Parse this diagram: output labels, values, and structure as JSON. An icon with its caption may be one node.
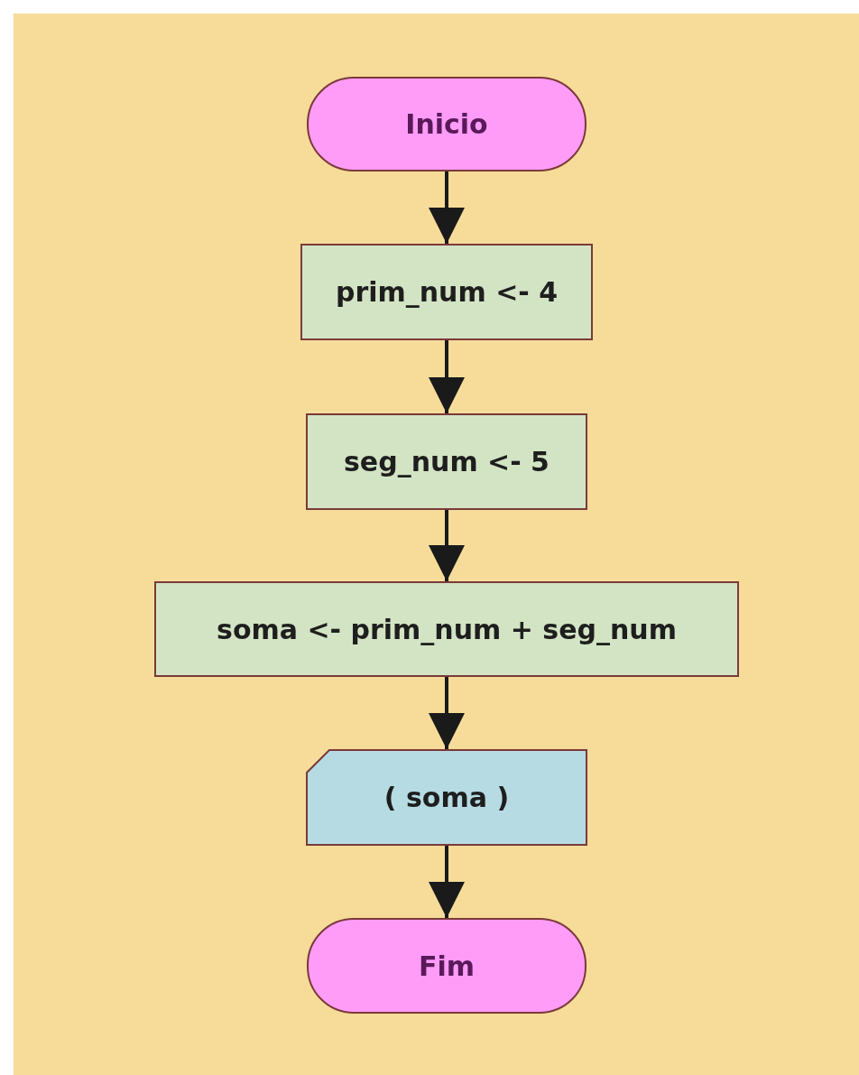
{
  "diagram": {
    "nodes": [
      {
        "text": [
          "Inicio"
        ]
      },
      {
        "text": [
          "prim_num <- 4"
        ]
      },
      {
        "text": [
          "seg_num <- 5"
        ]
      },
      {
        "text": [
          "soma <- prim_num + seg_num"
        ]
      },
      {
        "text": [
          "( soma )"
        ]
      },
      {
        "text": [
          "Fim"
        ]
      }
    ],
    "edges": [
      {
        "from": 0,
        "to": 1,
        "arrow": "to"
      },
      {
        "from": 1,
        "to": 2,
        "arrow": "to"
      },
      {
        "from": 2,
        "to": 3,
        "arrow": "to"
      },
      {
        "from": 3,
        "to": 4,
        "arrow": "to"
      },
      {
        "from": 4,
        "to": 5,
        "arrow": "to"
      }
    ]
  }
}
